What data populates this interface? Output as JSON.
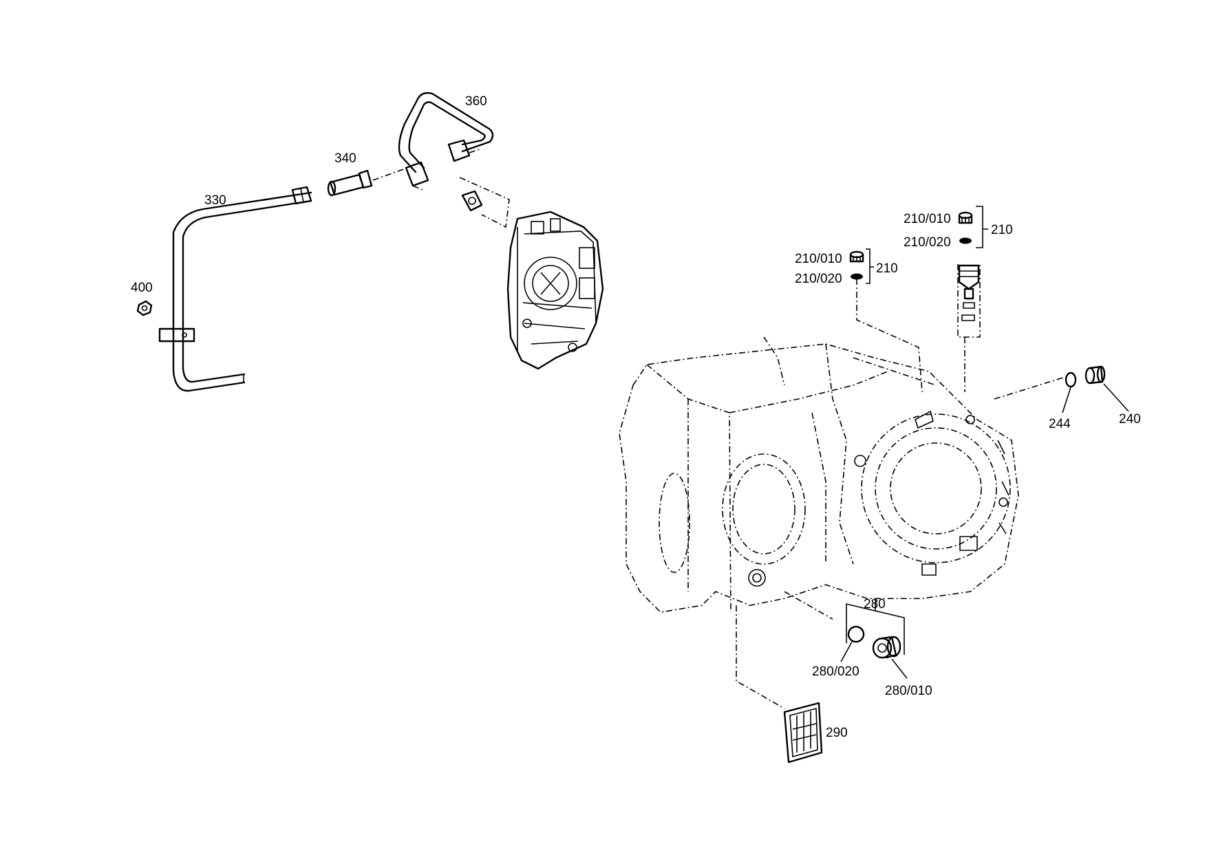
{
  "labels": {
    "p330": "330",
    "p340": "340",
    "p360": "360",
    "p400": "400",
    "p210a_010": "210/010",
    "p210a_020": "210/020",
    "p210a": "210",
    "p210b_010": "210/010",
    "p210b_020": "210/020",
    "p210b": "210",
    "p244": "244",
    "p240": "240",
    "p280": "280",
    "p280_020": "280/020",
    "p280_010": "280/010",
    "p290": "290"
  }
}
